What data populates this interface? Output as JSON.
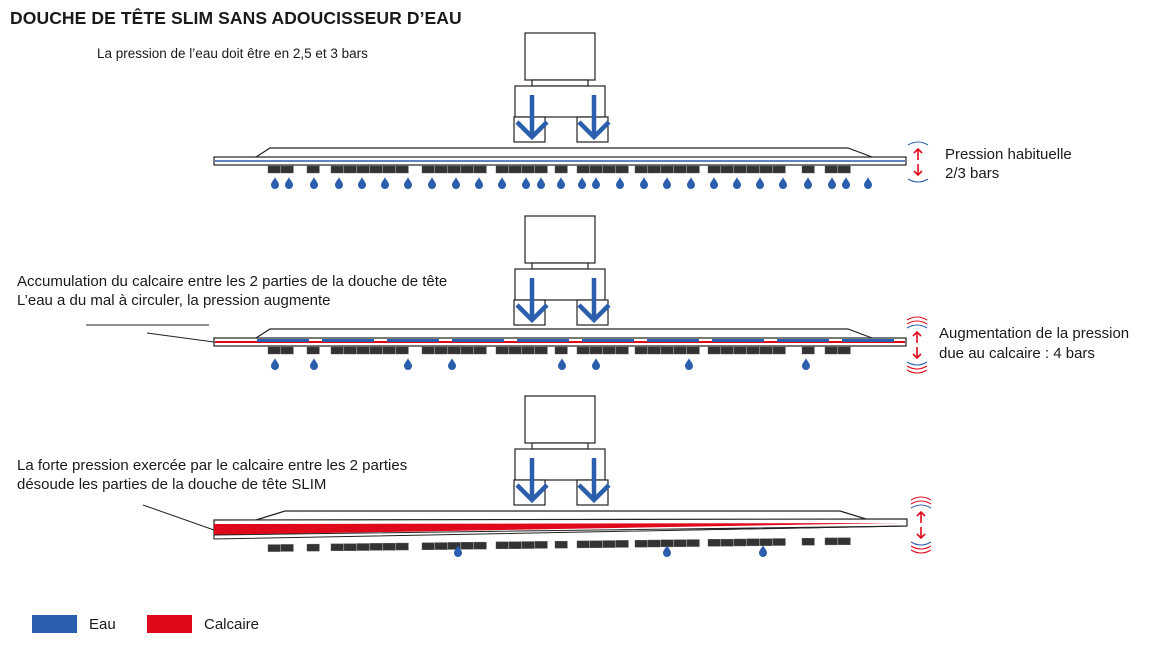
{
  "title": "DOUCHE DE TÊTE SLIM SANS ADOUCISSEUR D’EAU",
  "colors": {
    "water": "#2b5fae",
    "limescale": "#e0091b",
    "nozzle": "#333333",
    "outline": "#222222",
    "pressure_normal": "#2b5fae",
    "pressure_high": "#e0091b"
  },
  "panels": [
    {
      "id": "normal",
      "caption_lines": [
        "La pression de l’eau doit être en 2,5 et 3 bars"
      ],
      "pressure_label_lines": [
        "Pression habituelle",
        "2/3 bars"
      ],
      "pressure_icon": "double-arrow-icon",
      "state": "water-flowing",
      "drops": 28
    },
    {
      "id": "limescale-buildup",
      "caption_lines": [
        "Accumulation du calcaire entre les 2 parties de la douche de tête",
        "L’eau a du mal à circuler, la pression augmente"
      ],
      "pressure_label_lines": [
        "Augmentation de la pression",
        "due au calcaire : 4 bars"
      ],
      "pressure_icon": "double-arrow-icon",
      "state": "limescale-accumulating",
      "drops": 8
    },
    {
      "id": "separation",
      "caption_lines": [
        "La forte pression exercée par le calcaire entre les 2 parties",
        "désoude les parties de la douche de tête SLIM"
      ],
      "pressure_label_lines": [],
      "pressure_icon": "double-arrow-icon",
      "state": "parts-unsoldered",
      "drops": 3
    }
  ],
  "legend": [
    {
      "label": "Eau",
      "color": "#2b5fae"
    },
    {
      "label": "Calcaire",
      "color": "#e0091b"
    }
  ]
}
